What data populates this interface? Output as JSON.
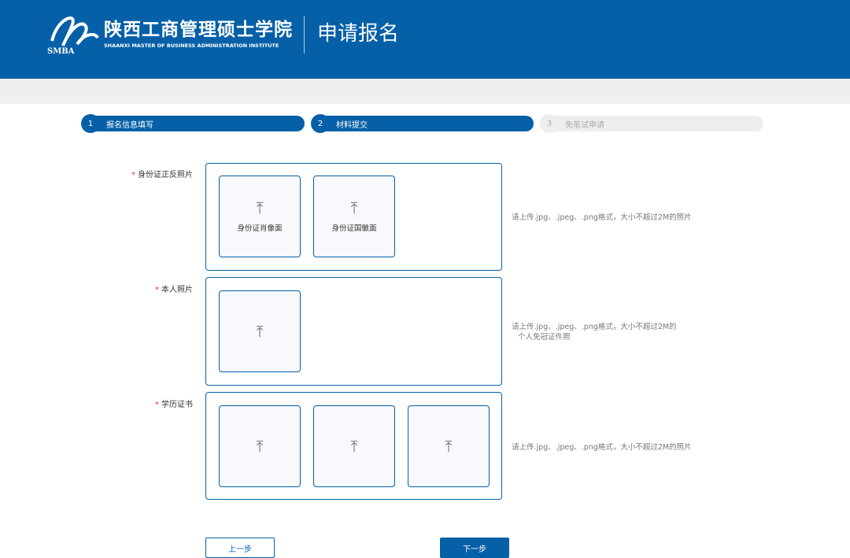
{
  "header": {
    "logo_text": "SMBA",
    "school_cn": "陕西工商管理硕士学院",
    "school_en": "SHAANXI MASTER OF BUSINESS ADMINISTRATION  INSTITUTE",
    "page_title": "申请报名"
  },
  "steps": [
    {
      "num": "1",
      "label": "报名信息填写"
    },
    {
      "num": "2",
      "label": "材料提交"
    },
    {
      "num": "3",
      "label": "免笔试申请"
    }
  ],
  "form": {
    "id_card": {
      "label": "身份证正反照片",
      "uploads": [
        "身份证肖像面",
        "身份证国徽面"
      ],
      "hint": "请上传.jpg、.jpeg、.png格式，大小不超过2M的照片"
    },
    "photo": {
      "label": "本人照片",
      "hint_line1": "请上传.jpg、.jpeg、.png格式，大小不超过2M的",
      "hint_line2": "个人免冠证件照"
    },
    "diploma": {
      "label": "学历证书",
      "hint": "请上传.jpg、.jpeg、.png格式，大小不超过2M的照片"
    },
    "required_mark": "*"
  },
  "buttons": {
    "prev": "上一步",
    "next": "下一步"
  },
  "colors": {
    "primary": "#0560a8"
  }
}
